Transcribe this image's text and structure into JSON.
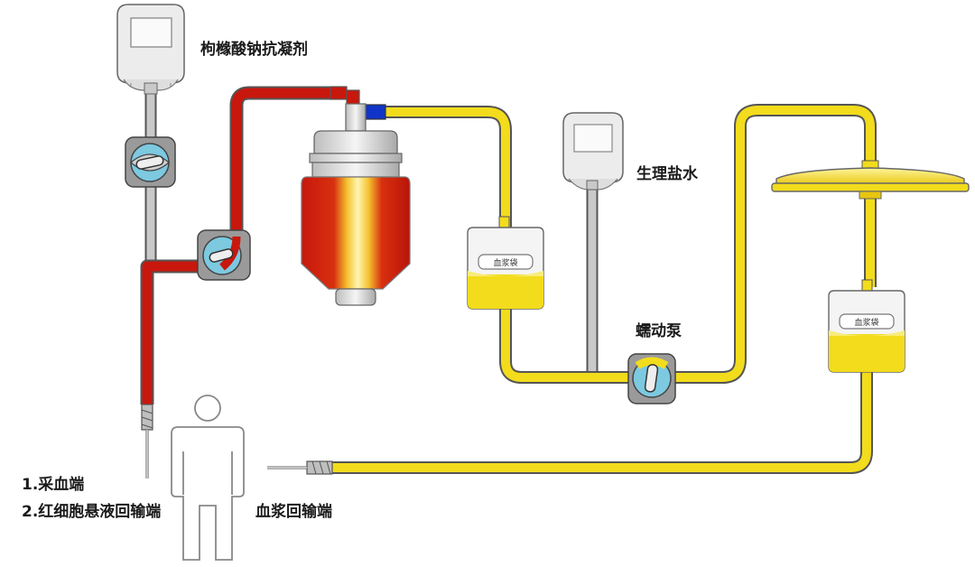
{
  "labels": {
    "anticoagulant": "枸橼酸钠抗凝剂",
    "saline": "生理盐水",
    "peristaltic_pump": "蠕动泵",
    "collection_line_1": "1.采血端",
    "collection_line_2": "2.红细胞悬液回输端",
    "plasma_return": "血浆回输端",
    "plasma_bag_1": "血浆袋",
    "plasma_bag_2": "血浆袋"
  },
  "colors": {
    "blood": "#c8170d",
    "plasma": "#f2dc1c",
    "tube_gray": "#c9c9c9",
    "outline": "#555555",
    "pump_blue": "#7cc9e0",
    "connector_blue": "#1034c8"
  }
}
